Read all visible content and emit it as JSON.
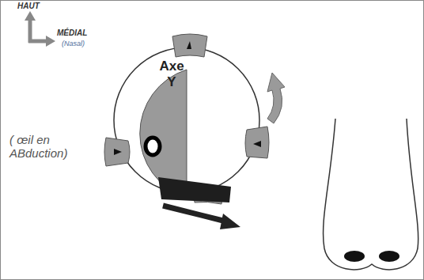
{
  "diagram": {
    "labels": [
      "HAUT",
      "MÉDIAL",
      "(Nasal)",
      "Axe Y",
      "( œil en ABduction)"
    ]
  }
}
